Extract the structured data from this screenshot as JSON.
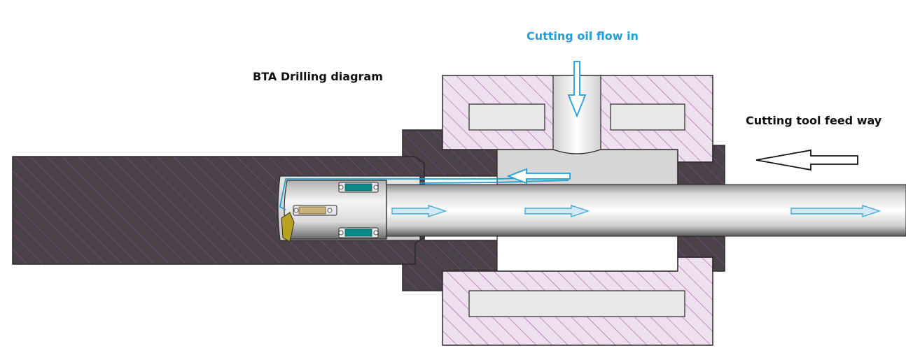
{
  "labels": {
    "title": "BTA Drilling diagram",
    "oil_flow": "Cutting oil flow in",
    "feed": "Cutting tool feed way"
  },
  "colors": {
    "workpiece": "#4b4148",
    "oil_head_fill": "#ecdcec",
    "hatch_purple": "#b05ab8",
    "hatch_dark": "#7a3f88",
    "outline": "#2a2a2a",
    "flow_blue": "#1f9fd6",
    "oil_label": "#1f9fd6",
    "text": "#111111",
    "insert_teal": "#0b8a8a",
    "carbide_yellow": "#b8a020"
  },
  "icons": {
    "oil_inlet": "down-arrow-icon",
    "feed_direction": "left-arrow-icon",
    "chip_flow": "right-arrow-icon"
  }
}
